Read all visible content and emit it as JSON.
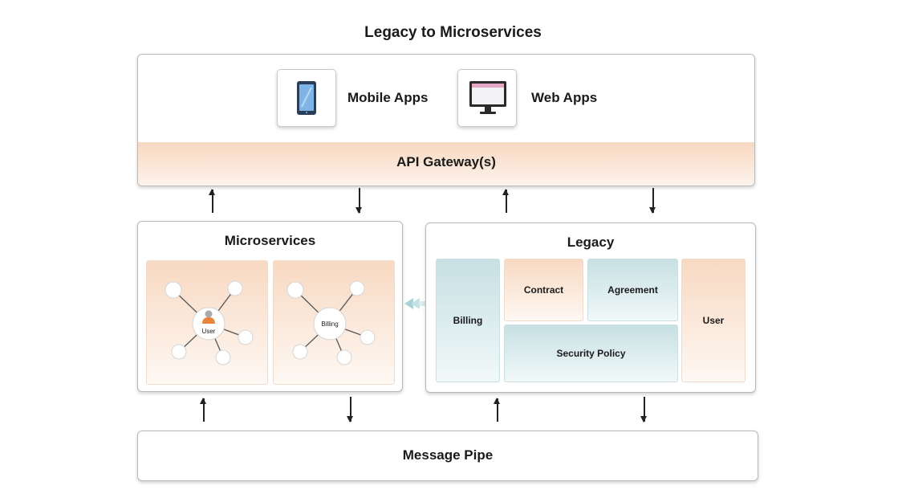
{
  "title": "Legacy to Microservices",
  "clients": {
    "mobile_label": "Mobile Apps",
    "mobile_icon": "smartphone-icon",
    "web_label": "Web Apps",
    "web_icon": "monitor-icon"
  },
  "gateway": {
    "label": "API Gateway(s)"
  },
  "microservices": {
    "title": "Microservices",
    "user_service": {
      "label": "User",
      "icon": "user-icon"
    },
    "billing_service": {
      "label": "Billing"
    }
  },
  "legacy": {
    "title": "Legacy",
    "modules": {
      "billing": "Billing",
      "contract": "Contract",
      "agreement": "Agreement",
      "security_policy": "Security Policy",
      "user": "User"
    }
  },
  "message_pipe": {
    "label": "Message Pipe"
  },
  "colors": {
    "peach": "#f8d9c2",
    "teal": "#c7e0e3",
    "user_accent": "#e8833a",
    "migration_arrow": "#a9d2d8"
  }
}
